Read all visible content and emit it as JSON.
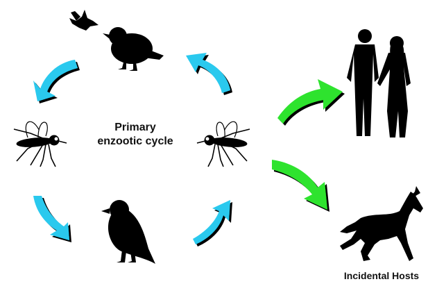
{
  "cycle": {
    "line1": "Primary",
    "line2": "enzootic cycle"
  },
  "hosts": {
    "label": "Incidental Hosts"
  },
  "colors": {
    "cycle_arrow": "#29c9ee",
    "host_arrow": "#2fe32f",
    "silhouette": "#000000"
  },
  "icons": [
    "small-bird-icon",
    "sparrow-icon",
    "crow-icon",
    "mosquito-icon",
    "mosquito-icon",
    "couple-icon",
    "horse-icon"
  ]
}
